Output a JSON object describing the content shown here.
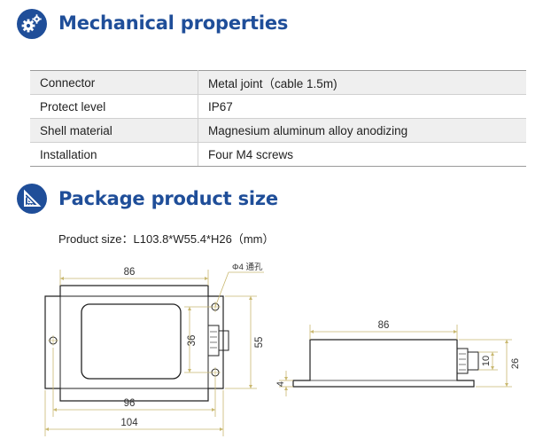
{
  "sections": [
    {
      "title": "Mechanical properties",
      "icon": "gears-icon"
    },
    {
      "title": "Package product size",
      "icon": "set-square-icon"
    }
  ],
  "spec_table": [
    {
      "label": "Connector",
      "value": "Metal joint（cable 1.5m)"
    },
    {
      "label": "Protect level",
      "value": "IP67"
    },
    {
      "label": "Shell material",
      "value": "Magnesium aluminum alloy anodizing"
    },
    {
      "label": "Installation",
      "value": "Four M4 screws"
    }
  ],
  "product_size": "Product size：L103.8*W55.4*H26（mm）",
  "drawing": {
    "top_view": {
      "width_top": "86",
      "hole_note": "Φ4 通孔",
      "height_inner": "36",
      "height_outer": "55",
      "width_holes": "96",
      "width_total": "104"
    },
    "side_view": {
      "length": "86",
      "height_connector": "10",
      "height_total": "26",
      "flange_thickness": "4"
    }
  },
  "colors": {
    "accent": "#1f4e99",
    "dimension": "#d8c98a",
    "outline": "#222222"
  }
}
